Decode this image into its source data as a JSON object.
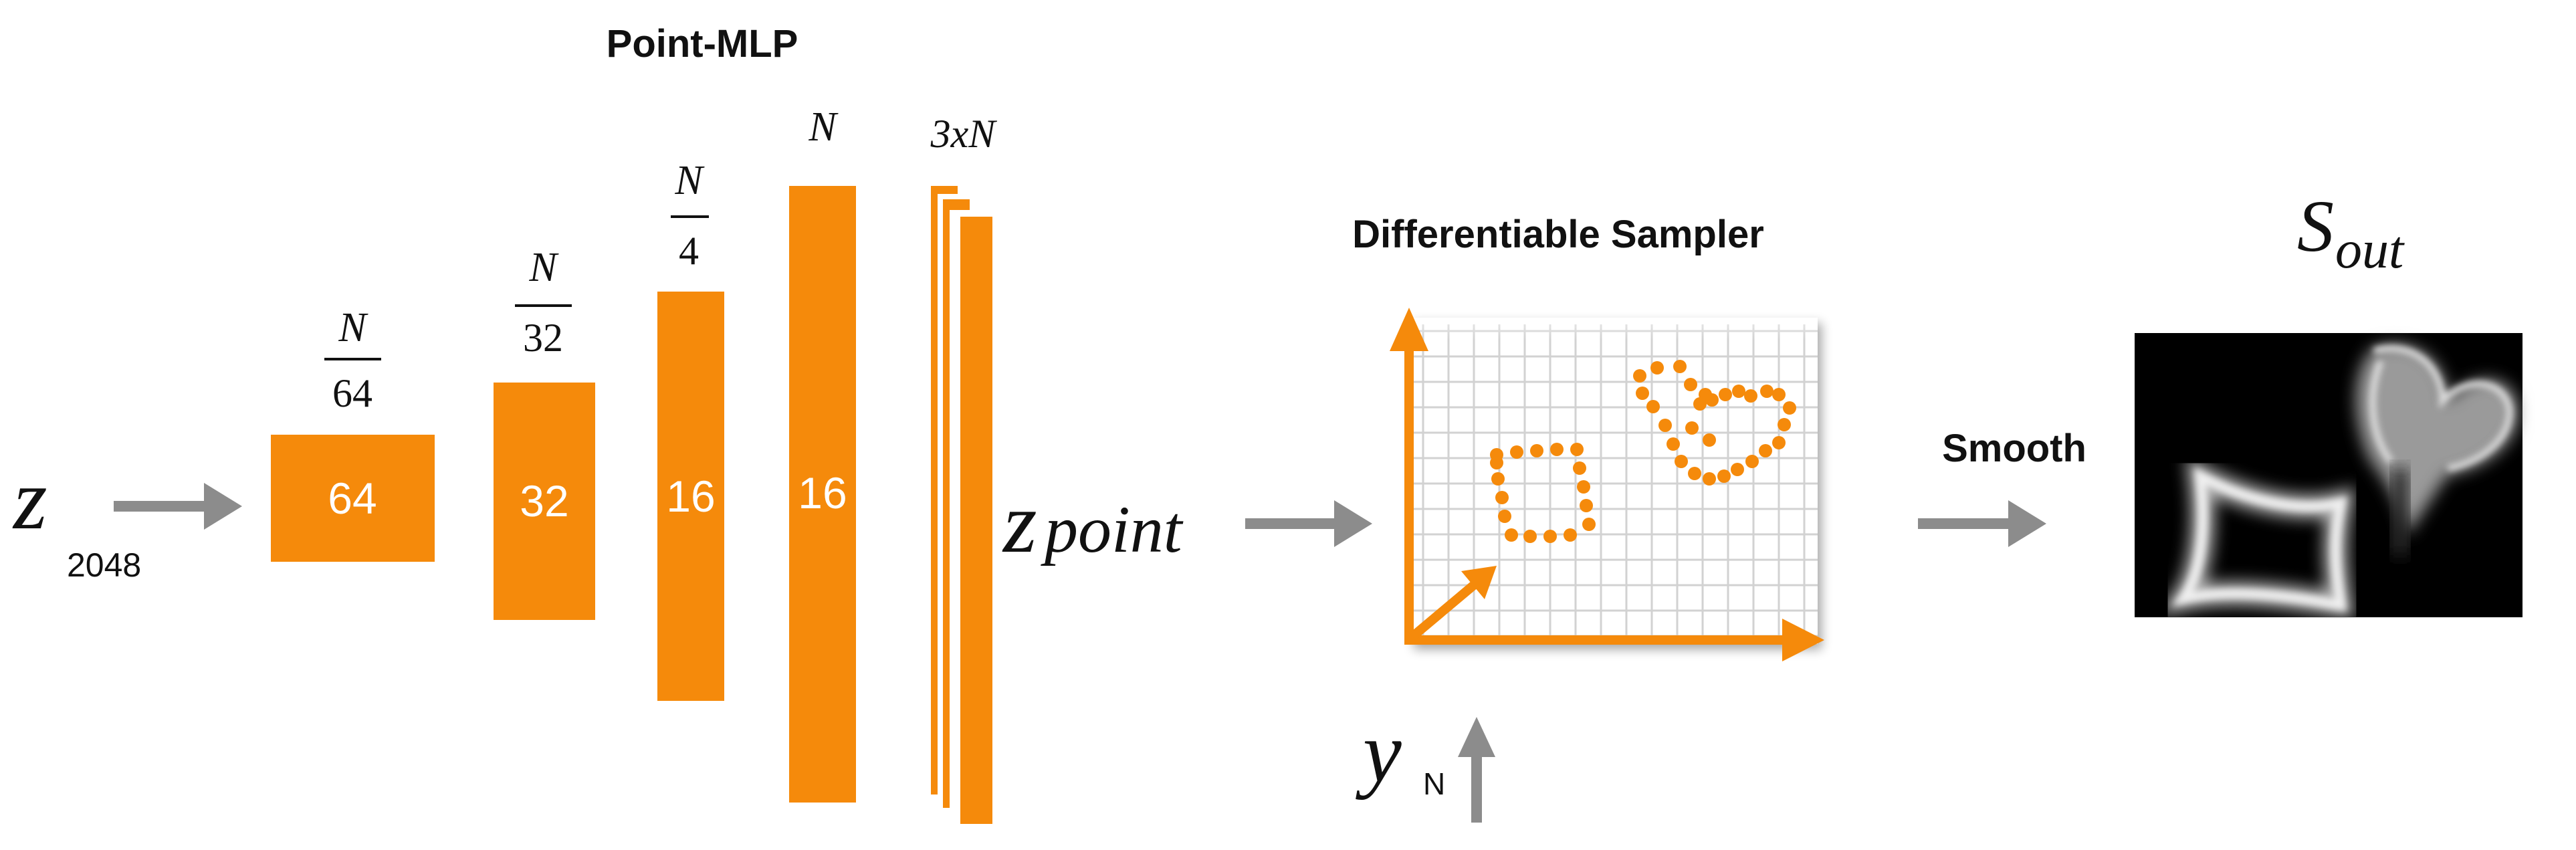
{
  "title": "Point-MLP",
  "input": {
    "symbol": "z",
    "subscript": "2048"
  },
  "layers": [
    {
      "value": "64",
      "frac_num": "N",
      "frac_den": "64"
    },
    {
      "value": "32",
      "frac_num": "N",
      "frac_den": "32"
    },
    {
      "value": "16",
      "frac_num": "N",
      "frac_den": "4"
    },
    {
      "value": "16",
      "label": "N"
    }
  ],
  "stack_label": "3xN",
  "zpoint": {
    "symbol": "z",
    "subscript": "point"
  },
  "sampler": {
    "title": "Differentiable Sampler"
  },
  "y_input": {
    "symbol": "y",
    "subscript": "N"
  },
  "smooth_label": "Smooth",
  "output": {
    "symbol": "S",
    "subscript": "out"
  },
  "colors": {
    "accent": "#F58A0B",
    "arrow": "#8C8C8C",
    "grid": "#D2D2D2",
    "output_bg": "#000000"
  },
  "icons": [
    "right-arrow-icon",
    "up-arrow-icon",
    "axes-icon",
    "point-cloud-icon",
    "smoothed-output-image"
  ]
}
